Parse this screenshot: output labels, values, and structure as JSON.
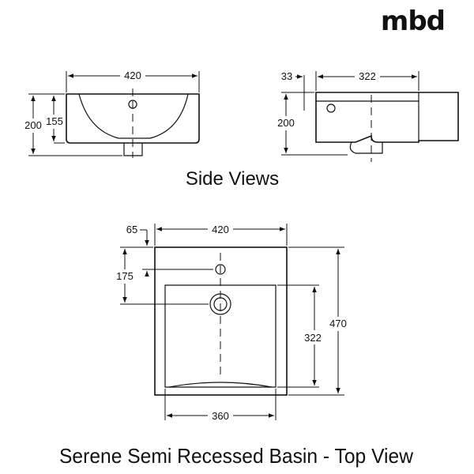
{
  "brand": {
    "logo_text": "mbd"
  },
  "side_views": {
    "caption": "Side Views",
    "front": {
      "width_label": "420",
      "height_label": "200",
      "basin_depth_label": "155"
    },
    "side": {
      "offset_label": "33",
      "width_label": "322",
      "height_label": "200"
    }
  },
  "top_view": {
    "caption": "Serene Semi Recessed Basin - Top View",
    "overall_width_label": "420",
    "tap_offset_label": "65",
    "tap_to_waste_label": "175",
    "overall_depth_label": "470",
    "bowl_depth_label": "322",
    "bowl_width_label": "360"
  }
}
